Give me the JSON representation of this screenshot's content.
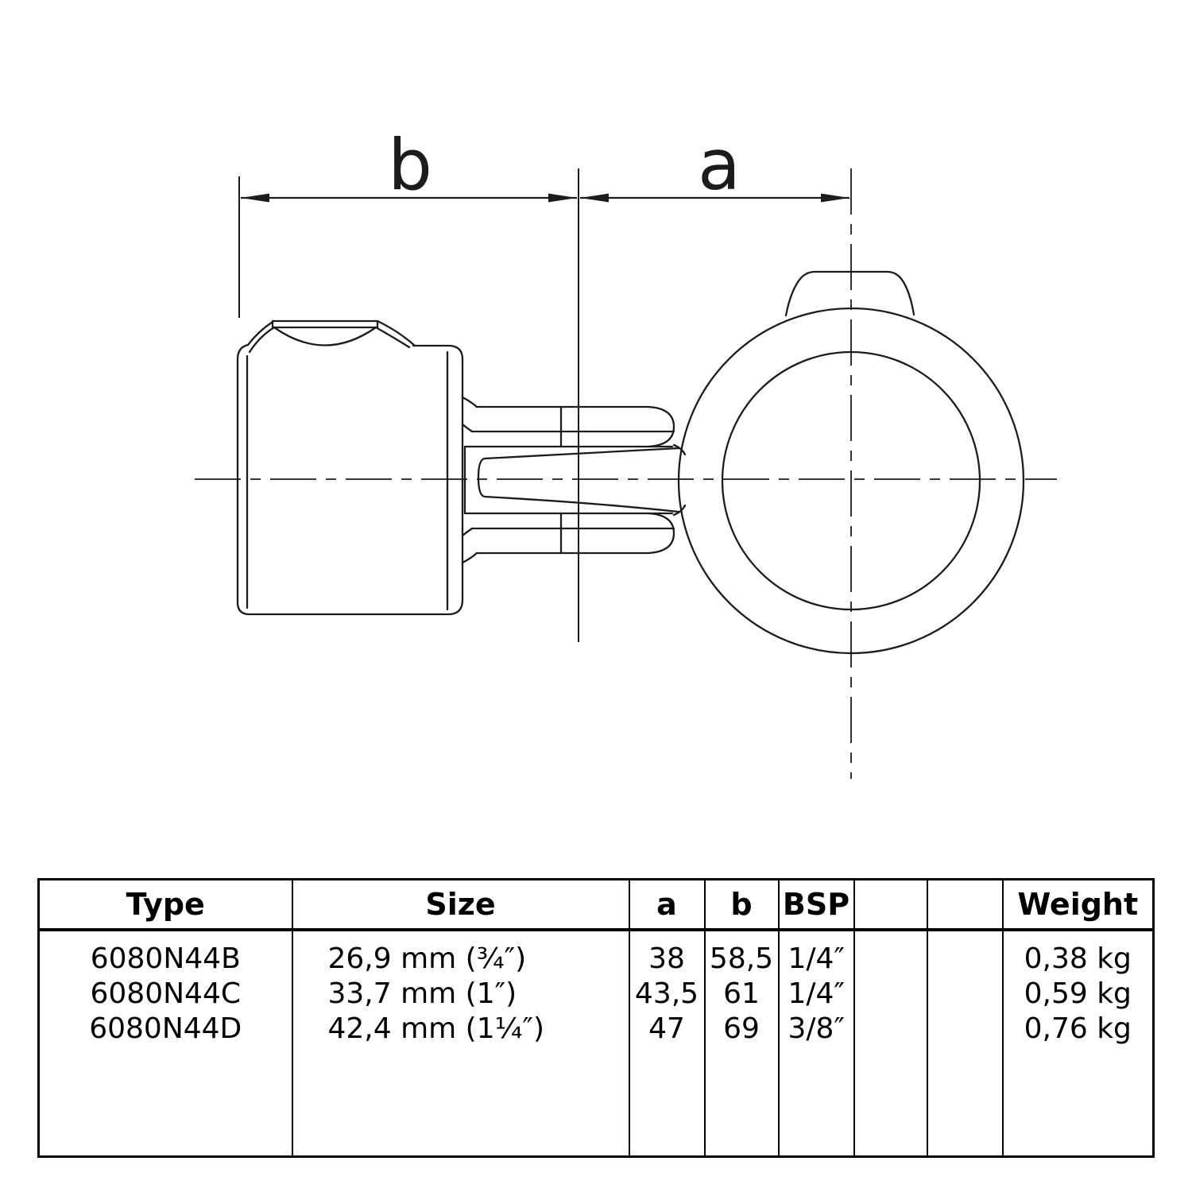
{
  "page": {
    "background": "#ffffff",
    "line_color": "#1c1c1c"
  },
  "drawing": {
    "dimension_labels": {
      "b": "b",
      "a": "a"
    }
  },
  "table": {
    "headers": {
      "type": "Type",
      "size": "Size",
      "a": "a",
      "b": "b",
      "bsp": "BSP",
      "empty1": "",
      "empty2": "",
      "weight": "Weight"
    },
    "rows": [
      {
        "type": "6080N44B",
        "size": "26,9 mm (¾″)",
        "a": "38",
        "b": "58,5",
        "bsp": "1/4″",
        "empty1": "",
        "empty2": "",
        "weight": "0,38 kg"
      },
      {
        "type": "6080N44C",
        "size": "33,7 mm (1″)",
        "a": "43,5",
        "b": "61",
        "bsp": "1/4″",
        "empty1": "",
        "empty2": "",
        "weight": "0,59 kg"
      },
      {
        "type": "6080N44D",
        "size": "42,4 mm (1¼″)",
        "a": "47",
        "b": "69",
        "bsp": "3/8″",
        "empty1": "",
        "empty2": "",
        "weight": "0,76 kg"
      }
    ]
  }
}
